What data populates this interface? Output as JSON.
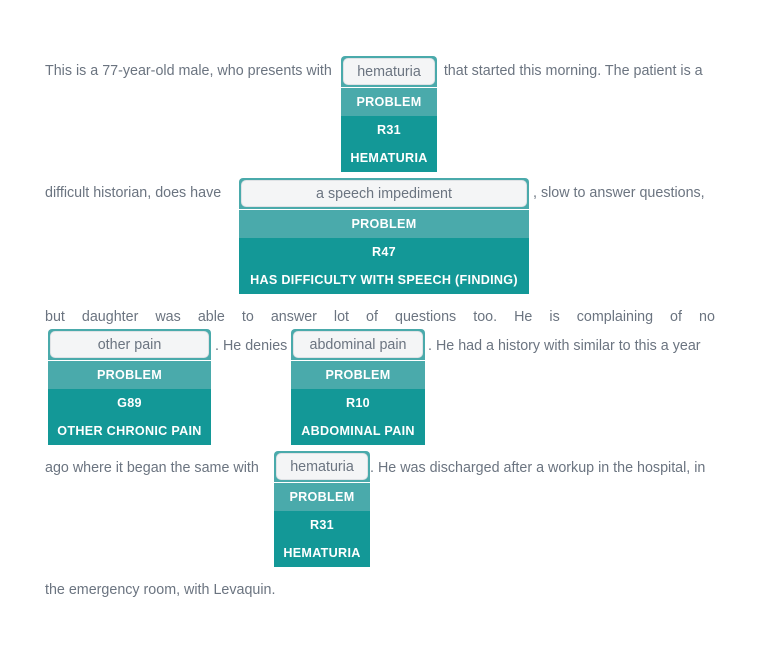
{
  "document": {
    "style": {
      "text_color": "#6b7480",
      "chip_bg": "#f4f5f6",
      "label_band_color": "#4aaaab",
      "code_band_color": "#139897",
      "page_bg": "#ffffff"
    },
    "lines": [
      {
        "id": "line-1",
        "before": "This is a 77-year-old male, who presents with",
        "after": "that started this morning. The patient is a"
      },
      {
        "id": "line-2",
        "before": "difficult  historian,  does  have",
        "after": ", slow to answer questions,"
      },
      {
        "id": "line-3",
        "words": [
          "but",
          "daughter",
          "was",
          "able",
          "to",
          "answer",
          "lot",
          "of",
          "questions",
          "too.",
          "He",
          "is",
          "complaining",
          "of",
          "no"
        ]
      },
      {
        "id": "line-4",
        "mid": ". He denies",
        "after": ". He had a history with similar to this a year"
      },
      {
        "id": "line-5",
        "before": "ago where it began the same with",
        "after": ". He was discharged after a workup in the hospital, in"
      },
      {
        "id": "line-6",
        "text": "the emergency room, with Levaquin."
      }
    ]
  },
  "annotations": [
    {
      "id": "annotation-hematuria-1",
      "mention": "hematuria",
      "label": "PROBLEM",
      "code": "R31",
      "description": "HEMATURIA"
    },
    {
      "id": "annotation-speech-impediment",
      "mention": "a speech impediment",
      "label": "PROBLEM",
      "code": "R47",
      "description": "HAS DIFFICULTY WITH SPEECH (FINDING)"
    },
    {
      "id": "annotation-other-pain",
      "mention": "other pain",
      "label": "PROBLEM",
      "code": "G89",
      "description": "OTHER CHRONIC PAIN"
    },
    {
      "id": "annotation-abdominal-pain",
      "mention": "abdominal pain",
      "label": "PROBLEM",
      "code": "R10",
      "description": "ABDOMINAL PAIN"
    },
    {
      "id": "annotation-hematuria-2",
      "mention": "hematuria",
      "label": "PROBLEM",
      "code": "R31",
      "description": "HEMATURIA"
    }
  ]
}
